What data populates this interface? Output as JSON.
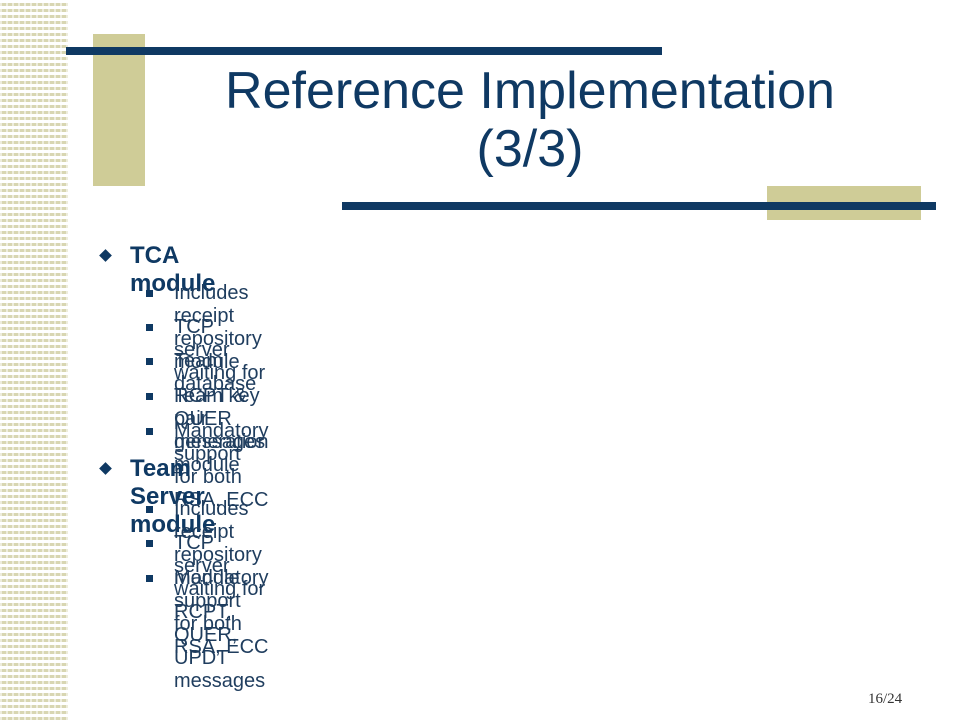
{
  "slide": {
    "title_line1": "Reference Implementation",
    "title_line2": "(3/3)",
    "page_number": "16/24"
  },
  "sections": [
    {
      "heading": "TCA module",
      "items": [
        "Includes receipt repository module",
        "TCP server waiting for RCPT & QUER messages",
        "Team database",
        "Team key pair generation module",
        "Mandatory support for both RSA, ECC"
      ]
    },
    {
      "heading": "Team Server module",
      "items": [
        "Includes receipt repository module",
        "TCP server waiting for RCPT, QUER, UPDT messages",
        "Mandatory support for both RSA, ECC"
      ]
    }
  ],
  "colors": {
    "primary": "#0f3963",
    "accent_block": "#cfcc97",
    "text": "#1f3d5e"
  }
}
